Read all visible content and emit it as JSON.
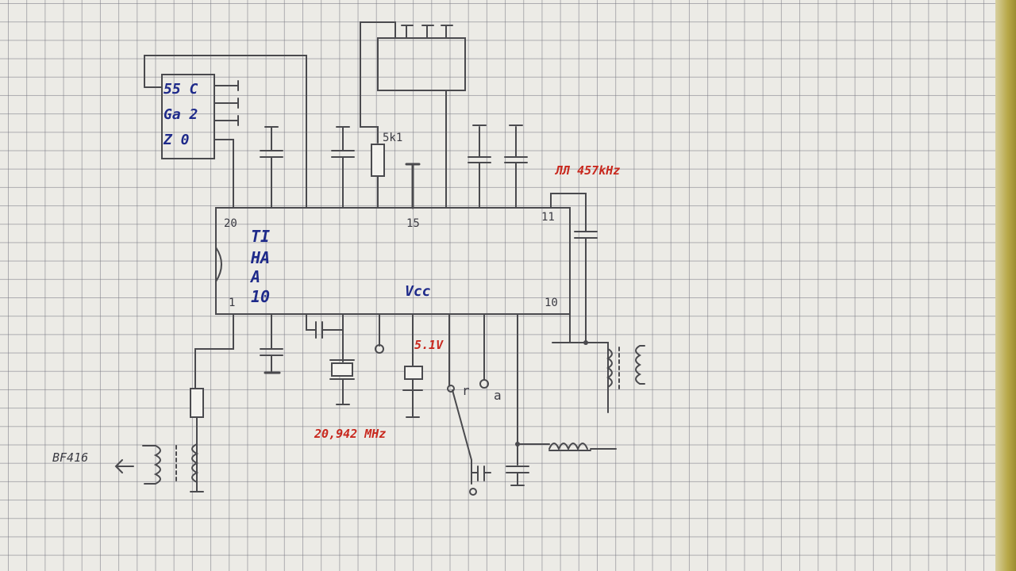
{
  "ic": {
    "pin_20": "20",
    "pin_15": "15",
    "pin_11": "11",
    "pin_10": "10",
    "pin_1": "1",
    "name_lines": [
      "TI",
      "HA",
      "A",
      "10"
    ],
    "vcc": "Vcc"
  },
  "display": {
    "glyph_rows": [
      "55 C",
      "Ga 2",
      "Z  0"
    ]
  },
  "labels": {
    "resistor": "5k1",
    "zener": "5.1V",
    "output_freq": "ЛЛ 457kHz",
    "crystal": "20,942 MHz",
    "transistor": "BF416",
    "switch_r": "r",
    "switch_a": "a"
  },
  "colors": {
    "ink_gray": "#4a4a4e",
    "ink_blue": "#1e2a8a",
    "ink_red": "#c8281e",
    "paper": "#ecebe6"
  }
}
